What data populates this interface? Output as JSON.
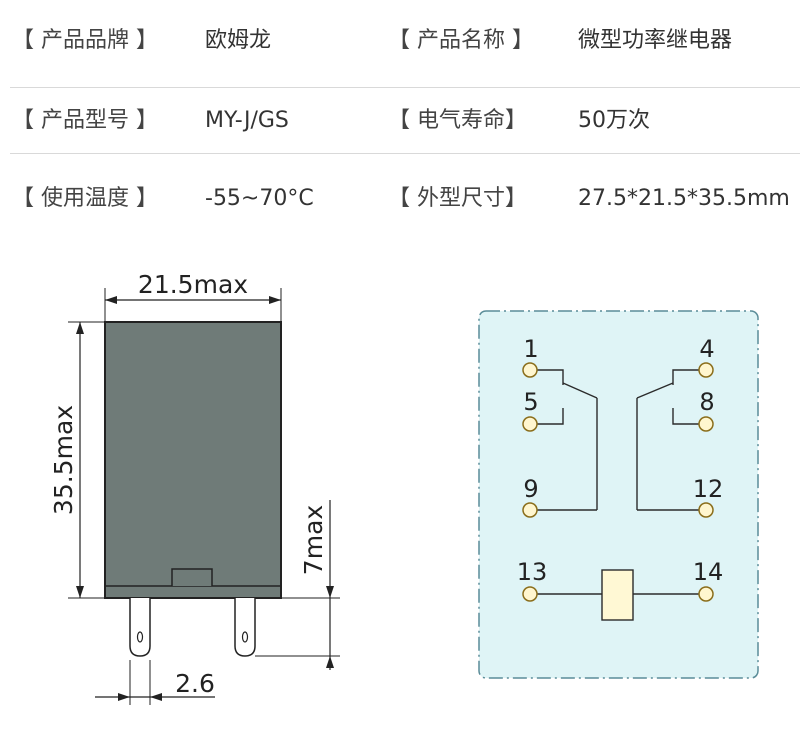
{
  "specs": [
    {
      "label": "【 产品品牌 】",
      "value": "欧姆龙",
      "label2": "【 产品名称 】",
      "value2": "微型功率继电器"
    },
    {
      "label": "【 产品型号 】",
      "value": "MY-J/GS",
      "label2": "【 电气寿命】",
      "value2": "50万次"
    },
    {
      "label": "【 使用温度 】",
      "value": "-55~70°C",
      "label2": "【 外型尺寸】",
      "value2": "27.5*21.5*35.5mm"
    }
  ],
  "dimension_drawing": {
    "width_label": "21.5max",
    "height_label": "35.5max",
    "pin_length_label": "7max",
    "pin_width_label": "2.6",
    "body_color": "#6f7b78"
  },
  "pin_diagram": {
    "background": "#dff4f6",
    "pins": [
      "1",
      "4",
      "5",
      "8",
      "9",
      "12",
      "13",
      "14"
    ]
  }
}
